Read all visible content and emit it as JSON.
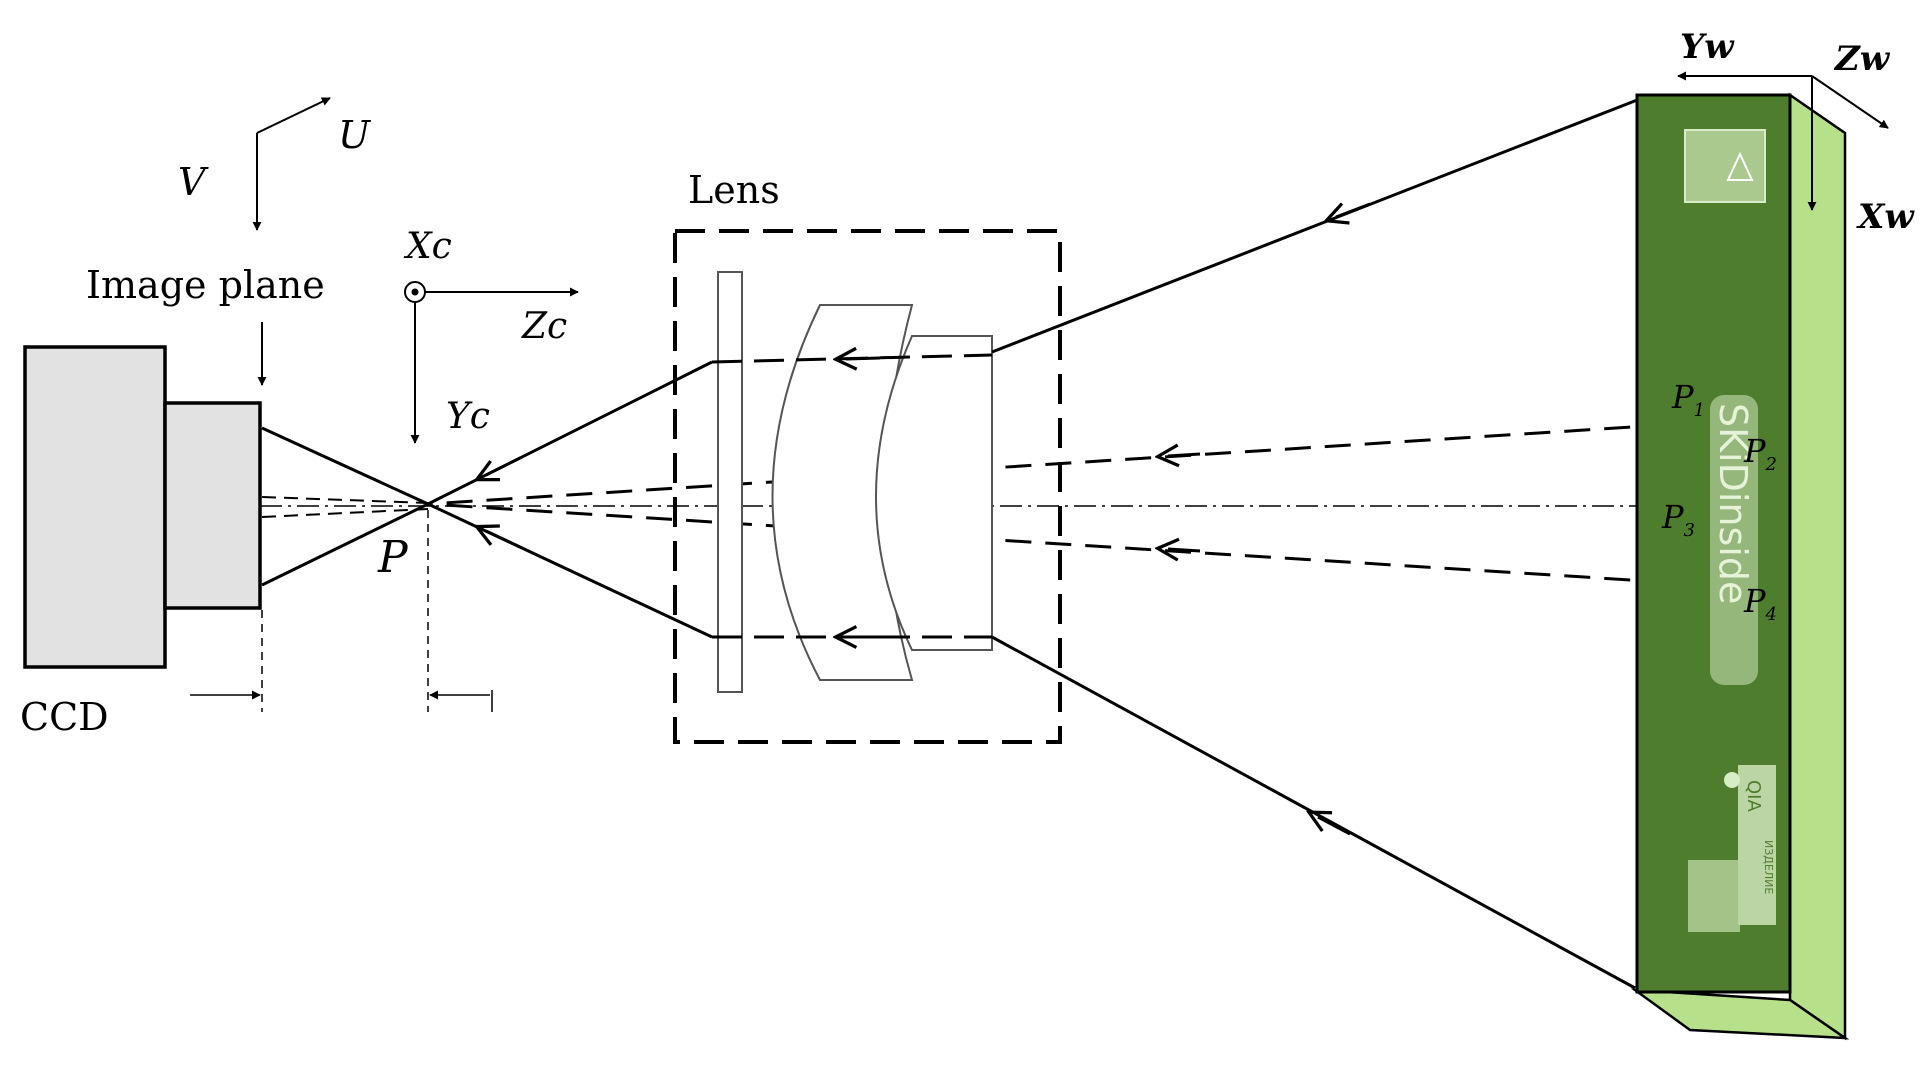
{
  "labels": {
    "ccd": "CCD",
    "image_plane": "Image plane",
    "lens": "Lens",
    "p_center": "P",
    "u": "U",
    "v": "V",
    "xc": "Xc",
    "yc": "Yc",
    "zc": "Zc",
    "xw": "Xw",
    "yw": "Yw",
    "zw": "Zw",
    "p1": "P",
    "p1_sub": "1",
    "p2": "P",
    "p2_sub": "2",
    "p3": "P",
    "p3_sub": "3",
    "p4": "P",
    "p4_sub": "4"
  },
  "product": {
    "brand_text": "SKiDinside",
    "label_text": "QIA",
    "fine_print": "ИЗДЕЛИЕ"
  },
  "colors": {
    "object_front": "#4f7d2e",
    "object_side": "#b7e08a",
    "ccd_fill": "#e2e2e2",
    "line": "#000000",
    "lens_stroke": "#555555"
  }
}
